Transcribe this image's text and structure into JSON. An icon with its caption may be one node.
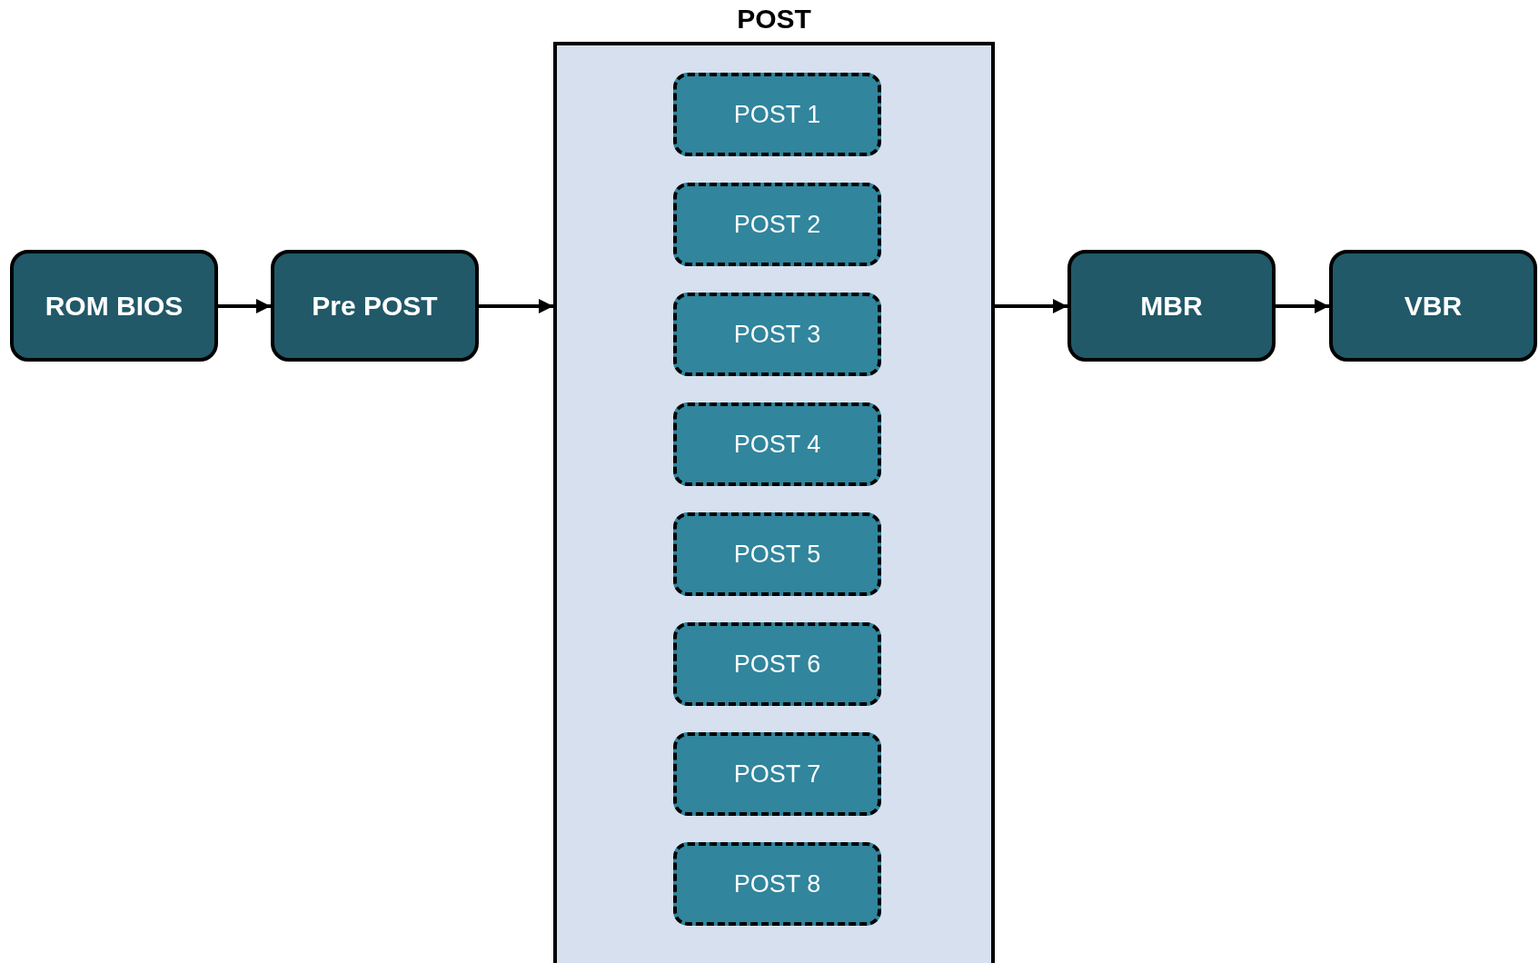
{
  "diagram": {
    "nodes": [
      {
        "text": [
          "ROM BIOS"
        ]
      },
      {
        "text": [
          "Pre POST"
        ]
      },
      {
        "text": [
          "POST"
        ]
      },
      {
        "text": [
          "POST 1"
        ],
        "in": 2
      },
      {
        "text": [
          "POST 2"
        ],
        "in": 2
      },
      {
        "text": [
          "POST 3"
        ],
        "in": 2
      },
      {
        "text": [
          "POST 4"
        ],
        "in": 2
      },
      {
        "text": [
          "POST 5"
        ],
        "in": 2
      },
      {
        "text": [
          "POST 6"
        ],
        "in": 2
      },
      {
        "text": [
          "POST 7"
        ],
        "in": 2
      },
      {
        "text": [
          "POST 8"
        ],
        "in": 2
      },
      {
        "text": [
          "MBR"
        ]
      },
      {
        "text": [
          "VBR"
        ]
      }
    ],
    "edges": [
      {
        "from": 0,
        "to": 1,
        "arrow": "to"
      },
      {
        "from": 1,
        "to": 2,
        "arrow": "to"
      },
      {
        "from": 2,
        "to": 11,
        "arrow": "to"
      },
      {
        "from": 11,
        "to": 12,
        "arrow": "to"
      }
    ]
  }
}
